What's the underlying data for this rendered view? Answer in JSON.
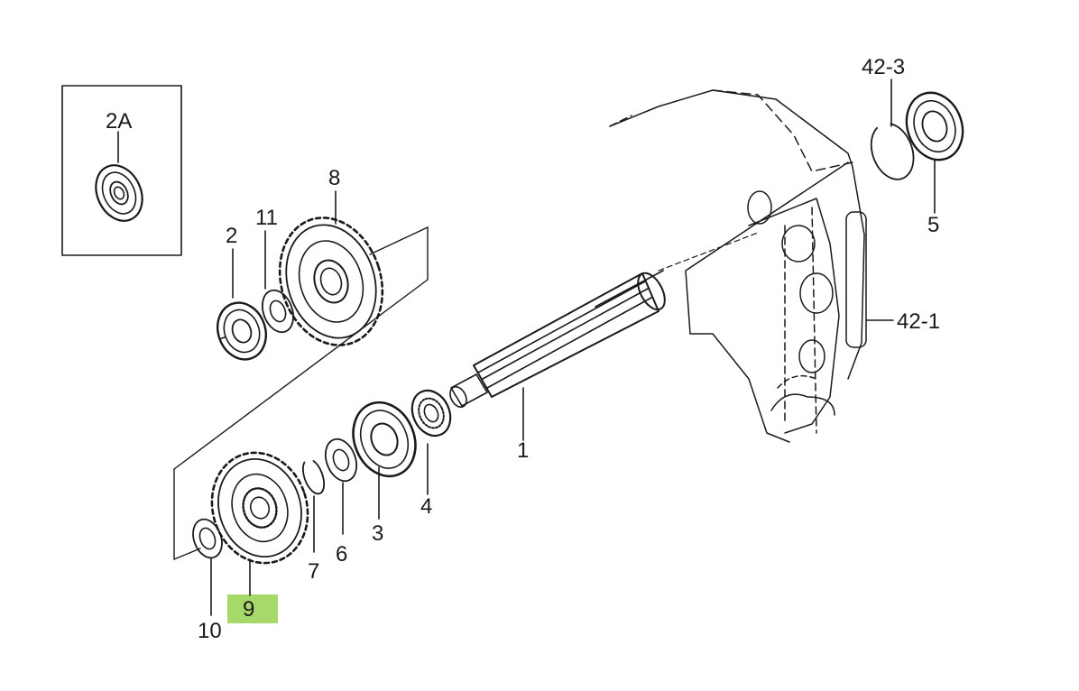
{
  "diagram": {
    "highlight_color": "#a6d96a",
    "ink_color": "#1a1a1a",
    "highlighted_part": "9",
    "labels": {
      "p2A": "2A",
      "p8": "8",
      "p11": "11",
      "p2": "2",
      "p42_3": "42-3",
      "p5": "5",
      "p42_1": "42-1",
      "p1": "1",
      "p4": "4",
      "p3": "3",
      "p6": "6",
      "p7": "7",
      "p9": "9",
      "p10": "10"
    }
  }
}
